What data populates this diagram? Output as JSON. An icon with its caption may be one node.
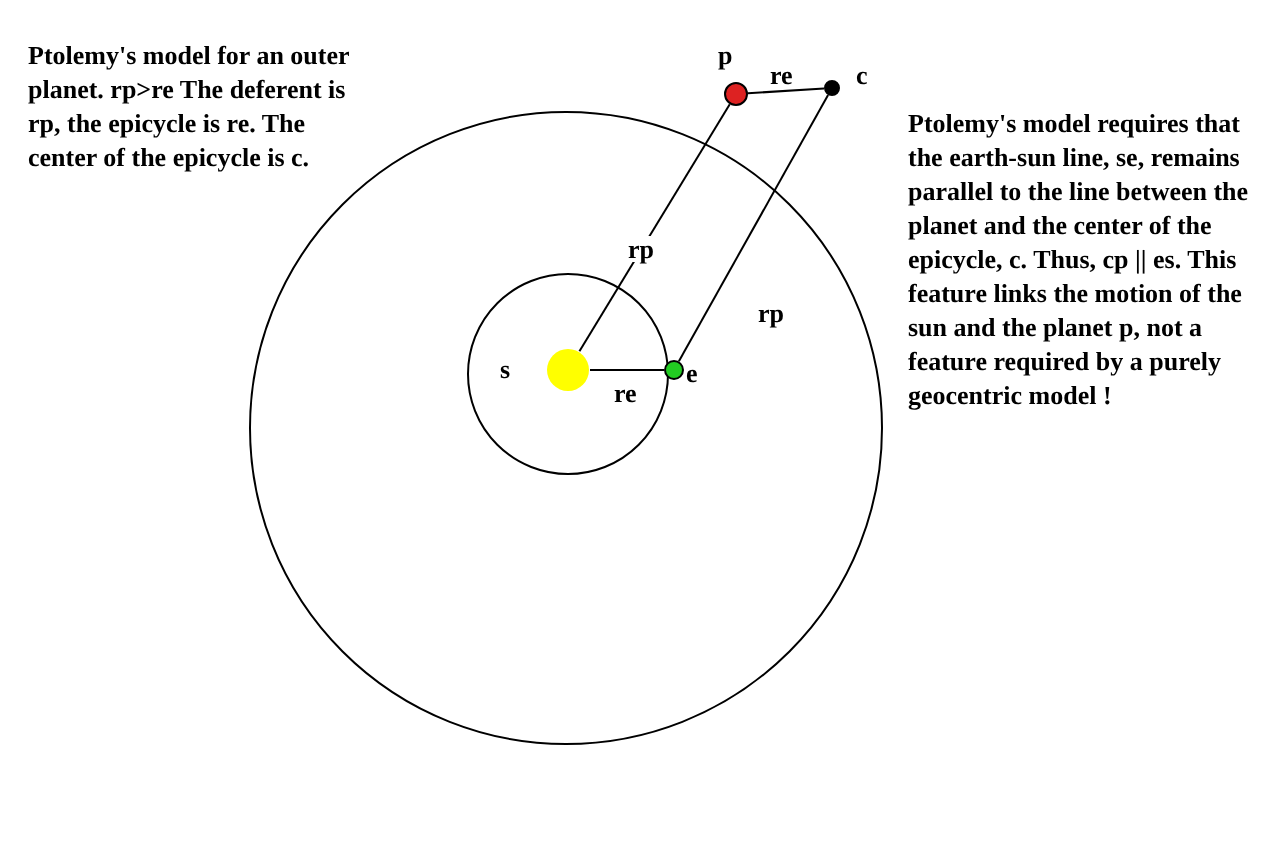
{
  "diagram": {
    "nodes": [
      {
        "text": [],
        "shape": "circle",
        "beside": [
          "s"
        ]
      },
      {
        "text": [],
        "shape": "circle",
        "beside": [
          "e"
        ]
      },
      {
        "text": [],
        "shape": "circle",
        "beside": [
          "p"
        ]
      },
      {
        "text": [],
        "shape": "circle",
        "beside": [
          "c"
        ]
      }
    ],
    "edges": [
      {
        "from": 0,
        "to": 2,
        "arrow": "none",
        "label": "rp"
      },
      {
        "from": 0,
        "to": 1,
        "arrow": "none",
        "label": "re"
      },
      {
        "from": 2,
        "to": 3,
        "arrow": "none",
        "label": "re"
      },
      {
        "from": 1,
        "to": 3,
        "arrow": "none",
        "label": "rp"
      }
    ],
    "labels": [
      "Ptolemy's model for an outer planet. rp>re The deferent is rp, the epicycle is re. The center of the epicycle is c.",
      "Ptolemy's model requires that the earth-sun line, se, remains parallel to the line between the planet and the center of the epicycle, c. Thus, cp || es. This feature links the motion of the sun and the planet p, not a feature required by a purely geocentric model !"
    ]
  }
}
